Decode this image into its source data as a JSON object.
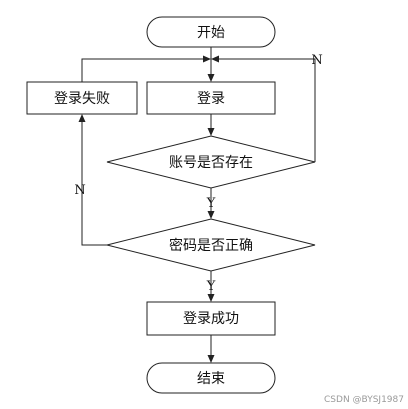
{
  "flowchart": {
    "start": "开始",
    "login": "登录",
    "login_failed": "登录失败",
    "check_account": "账号是否存在",
    "check_password": "密码是否正确",
    "login_success": "登录成功",
    "end": "结束",
    "yes_account": "Y",
    "yes_password": "Y",
    "no_account": "N",
    "no_password": "N"
  },
  "watermark": "CSDN @BYSJ1987"
}
